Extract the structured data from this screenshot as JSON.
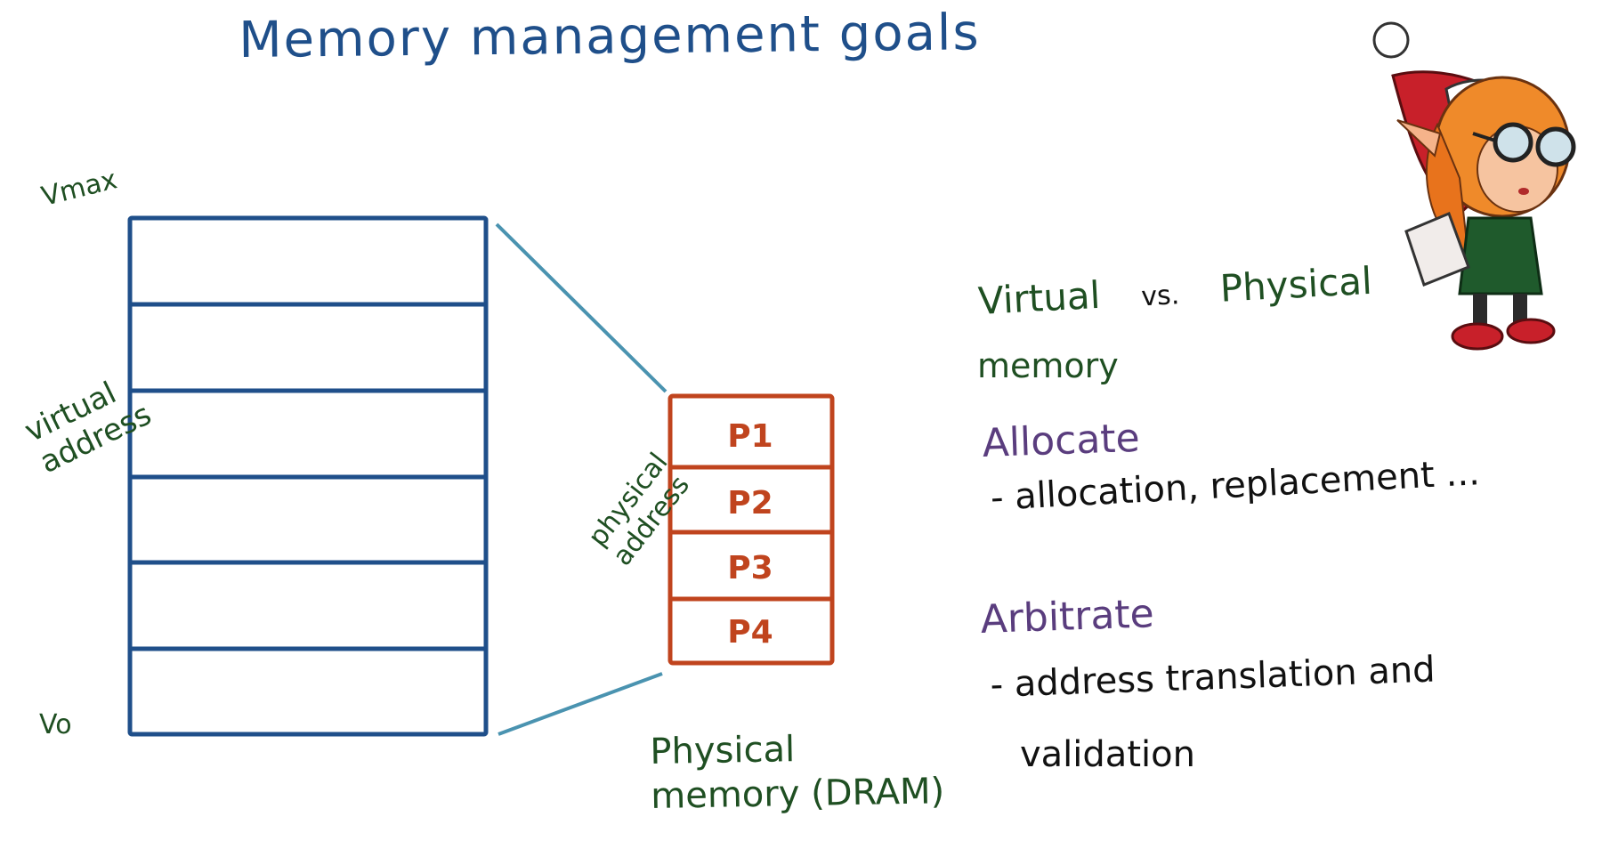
{
  "title": "Memory management goals",
  "virtual_memory": {
    "top_label": "Vmax",
    "bottom_label": "Vo",
    "axis_label_line1": "virtual",
    "axis_label_line2": "address"
  },
  "physical_memory": {
    "pages": [
      "P1",
      "P2",
      "P3",
      "P4"
    ],
    "axis_label_line1": "physical",
    "axis_label_line2": "address",
    "caption_line1": "Physical",
    "caption_line2": "memory (DRAM)"
  },
  "notes": {
    "virtual": "Virtual",
    "vs": "vs.",
    "physical": "Physical",
    "memory": "memory",
    "allocate_heading": "Allocate",
    "allocate_detail": "- allocation, replacement ...",
    "arbitrate_heading": "Arbitrate",
    "arbitrate_detail_line1": "- address translation and",
    "arbitrate_detail_line2": "validation"
  },
  "colors": {
    "title": "#1f4f8a",
    "virtual_box": "#1f4f8a",
    "physical_box": "#c0441e",
    "connector": "#4a93b0",
    "label_green": "#1f4f22",
    "heading_purple": "#5a3d7e",
    "text_black": "#111111"
  }
}
